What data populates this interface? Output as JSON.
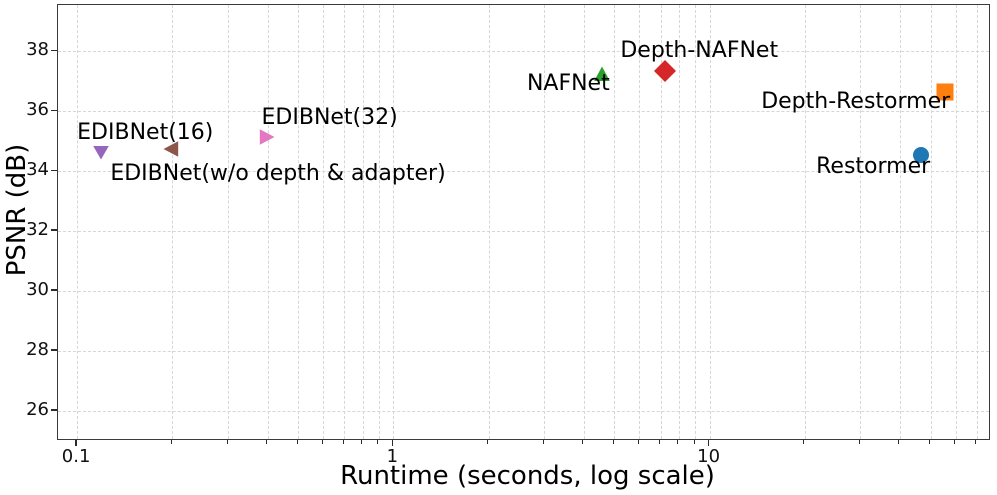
{
  "chart_data": {
    "type": "scatter",
    "title": "",
    "xlabel": "Runtime (seconds, log scale)",
    "ylabel": "PSNR (dB)",
    "x_scale": "log",
    "y_scale": "linear",
    "xlim": [
      0.087,
      77.6
    ],
    "ylim": [
      25.0,
      39.55
    ],
    "x_major_ticks": [
      {
        "value": 0.1,
        "label": "0.1"
      },
      {
        "value": 1,
        "label": "1"
      },
      {
        "value": 10,
        "label": "10"
      }
    ],
    "x_minor_ticks": [
      0.2,
      0.3,
      0.4,
      0.5,
      0.6,
      0.7,
      0.8,
      0.9,
      2,
      3,
      4,
      5,
      6,
      7,
      8,
      9,
      20,
      30,
      40,
      50,
      60,
      70
    ],
    "y_ticks": [
      {
        "value": 26,
        "label": "26"
      },
      {
        "value": 28,
        "label": "28"
      },
      {
        "value": 30,
        "label": "30"
      },
      {
        "value": 32,
        "label": "32"
      },
      {
        "value": 34,
        "label": "34"
      },
      {
        "value": 36,
        "label": "36"
      },
      {
        "value": 38,
        "label": "38"
      }
    ],
    "grid": {
      "shown": true,
      "style": "dashed",
      "color": "#d6d6d6",
      "vertical_at": "all x major and minor log ticks",
      "horizontal_at": "y major ticks only"
    },
    "legend": "none (points annotated inline)",
    "points": [
      {
        "name": "EDIBNet(16)",
        "x": 0.12,
        "y": 34.6,
        "marker": "triangle-down",
        "color": "#9467bd",
        "label_dx": -24,
        "label_dy": -32
      },
      {
        "name": "EDIBNet(w/o depth & adapter)",
        "x": 0.2,
        "y": 34.7,
        "marker": "triangle-left",
        "color": "#8c564b",
        "label_dx": -61,
        "label_dy": 12
      },
      {
        "name": "EDIBNet(32)",
        "x": 0.4,
        "y": 35.1,
        "marker": "triangle-right",
        "color": "#e377c2",
        "label_dx": -5,
        "label_dy": -32
      },
      {
        "name": "NAFNet",
        "x": 4.6,
        "y": 37.2,
        "marker": "triangle-up",
        "color": "#2ca02c",
        "label_dx": -75,
        "label_dy": -3
      },
      {
        "name": "Depth-NAFNet",
        "x": 7.3,
        "y": 37.3,
        "marker": "diamond",
        "color": "#d62728",
        "label_dx": -45,
        "label_dy": -33
      },
      {
        "name": "Depth-Restormer",
        "x": 56,
        "y": 36.6,
        "marker": "square",
        "color": "#ff7f0e",
        "label_dx": -184,
        "label_dy": -3
      },
      {
        "name": "Restormer",
        "x": 47,
        "y": 34.5,
        "marker": "circle",
        "color": "#1f77b4",
        "label_dx": -105,
        "label_dy": -1
      }
    ]
  },
  "colors": {
    "background": "#ffffff",
    "spine": "#3a3a3a",
    "grid": "#d6d6d6",
    "tick": "#2b2b2b",
    "text": "#000000"
  }
}
